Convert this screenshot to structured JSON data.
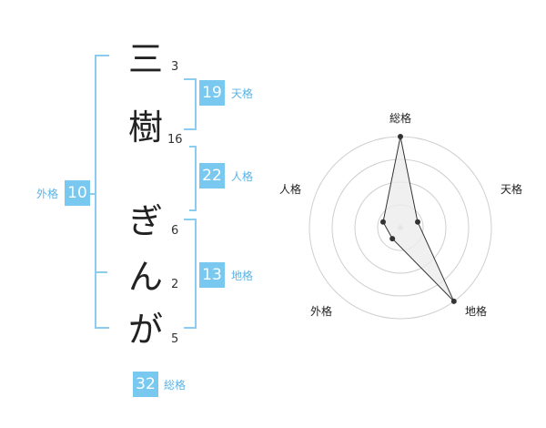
{
  "name": {
    "characters": [
      "三",
      "樹",
      "ぎ",
      "ん",
      "が"
    ],
    "strokes": [
      "3",
      "16",
      "6",
      "2",
      "5"
    ]
  },
  "fortune": {
    "tenkaku": {
      "value": "19",
      "label": "天格"
    },
    "jinkaku": {
      "value": "22",
      "label": "人格"
    },
    "chikaku": {
      "value": "13",
      "label": "地格"
    },
    "gaikaku": {
      "value": "10",
      "label": "外格"
    },
    "soukaku": {
      "value": "32",
      "label": "総格"
    }
  },
  "radar": {
    "axes": [
      "総格",
      "天格",
      "地格",
      "外格",
      "人格"
    ],
    "values": [
      1.0,
      0.2,
      1.0,
      0.15,
      0.2
    ],
    "rings": 4,
    "colors": {
      "grid": "#cfcfcf",
      "fill": "#ececec",
      "line": "#333333",
      "point": "#333333",
      "center": "#cccccc"
    }
  }
}
